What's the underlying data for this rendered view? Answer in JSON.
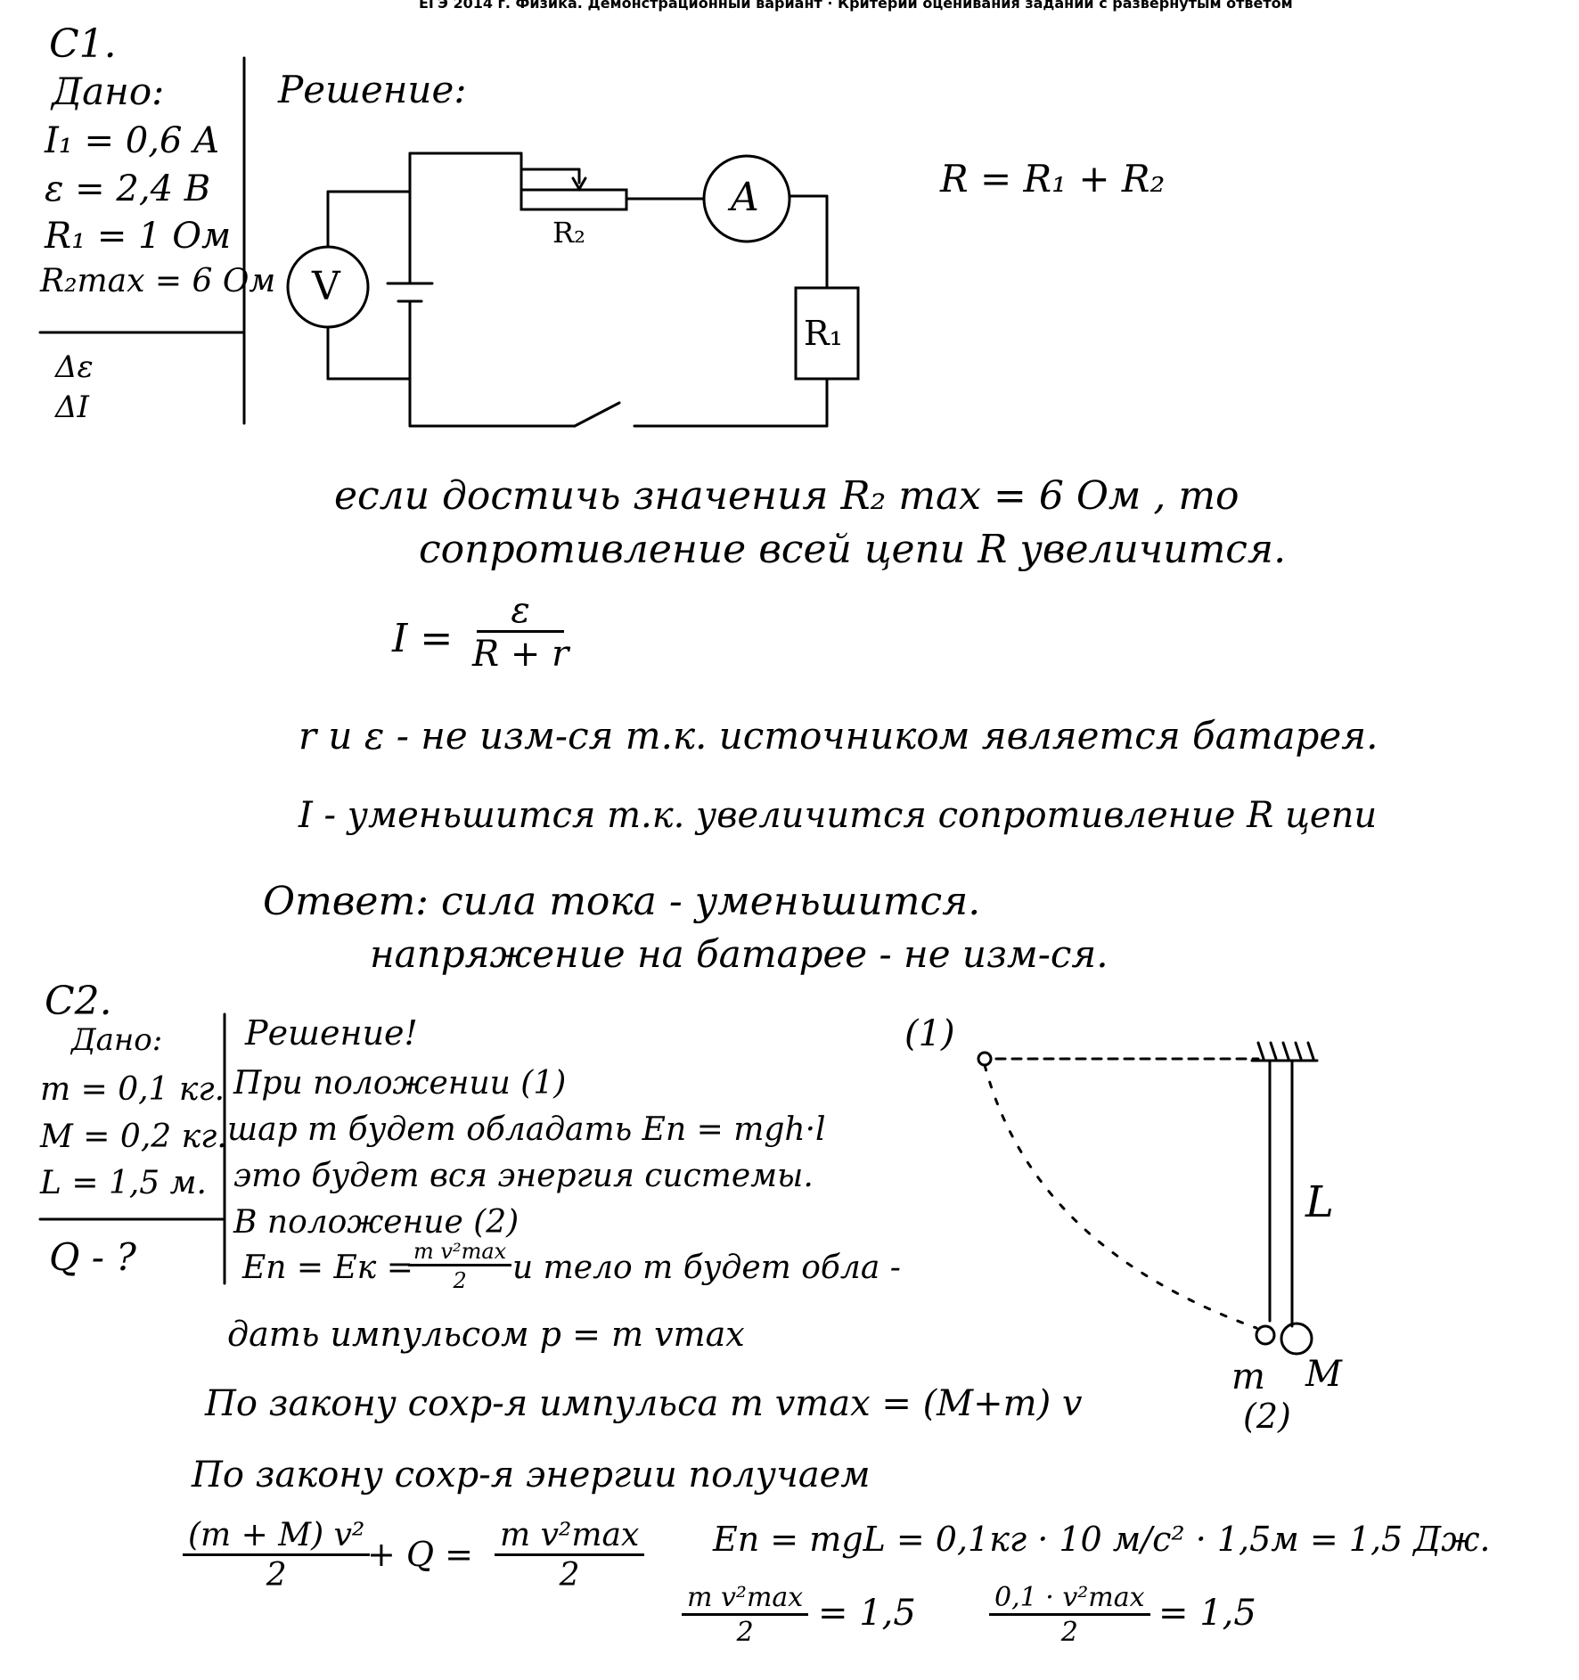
{
  "header": {
    "text": "ЕГЭ 2014 г. Физика. Демонстрационный вариант · Критерии оценивания заданий с развёрнутым ответом"
  },
  "c1": {
    "label": "C1.",
    "given_title": "Дано:",
    "given": [
      "I₁ = 0,6 A",
      "ε = 2,4 B",
      "R₁ = 1 Ом",
      "R₂max = 6 Ом"
    ],
    "find": [
      "Δε",
      "ΔI"
    ],
    "solution_title": "Решение:",
    "circuit": {
      "voltmeter": "V",
      "ammeter": "A",
      "resistor1": "R₁",
      "rheostat": "R₂"
    },
    "formula_r": "R = R₁ + R₂",
    "text_line1": "если достичь значения R₂ max = 6 Ом , то",
    "text_line2": "сопротивление всей цепи R увеличится.",
    "ohm_left": "I =",
    "ohm_num": "ε",
    "ohm_den": "R + r",
    "text_line3": "r и ε - не изм-ся т.к. источником является батарея.",
    "text_line4": "I - уменьшится т.к. увеличится сопротивление R цепи",
    "answer_line1": "Ответ: сила тока - уменьшится.",
    "answer_line2": "напряжение на батарее - не изм-ся."
  },
  "c2": {
    "label": "C2.",
    "given_title": "Дано:",
    "given": [
      "m = 0,1 кг.",
      "M = 0,2 кг.",
      "L = 1,5 м."
    ],
    "find": "Q - ?",
    "solution_title": "Решение!",
    "lines": [
      "При положении (1)",
      "шар m будет обладать Eп = mgh·l",
      "это будет вся энергия системы.",
      "В положение (2)"
    ],
    "ek_line_left": "Eп = Eк =",
    "ek_num": "m v²max",
    "ek_den": "2",
    "ek_line_right": "и тело m будет обла -",
    "impulse_line": "дать импульсом p = m vmax",
    "momentum_law": "По закону сохр-я импульса   m vmax = (M+m) v",
    "energy_law": "По закону сохр-я энергии  получаем",
    "energy_eq_num_left": "(m + M) v²",
    "energy_eq_den_left": "2",
    "energy_eq_mid": "+ Q =",
    "energy_eq_num_right": "m v²max",
    "energy_eq_den_right": "2",
    "ep_calc": "Eп = mgL = 0,1кг · 10 м/с² · 1,5м = 1,5 Дж.",
    "calc2_num": "m v²max",
    "calc2_den": "2",
    "calc2_val": "= 1,5",
    "calc3_num": "0,1 · v²max",
    "calc3_den": "2",
    "calc3_val": "= 1,5",
    "diagram": {
      "pos1": "(1)",
      "pos2": "(2)",
      "length": "L",
      "small_ball": "m",
      "big_ball": "M"
    }
  }
}
